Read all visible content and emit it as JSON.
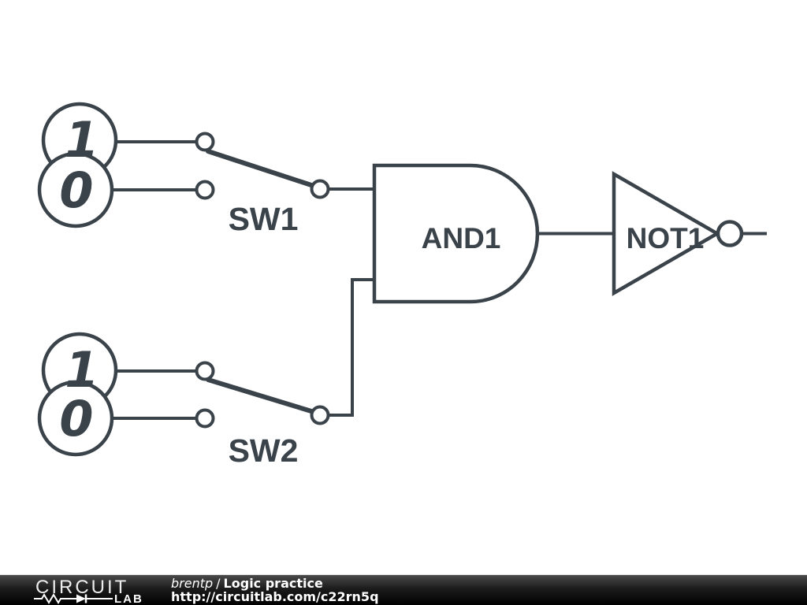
{
  "palette": {
    "schematic_stroke": "#3a424a",
    "canvas_background": "#ffffff",
    "footer_background": "#000000",
    "footer_text": "#ffffff"
  },
  "schematic": {
    "switch1": {
      "label": "SW1",
      "source_high": "1",
      "source_low": "0"
    },
    "switch2": {
      "label": "SW2",
      "source_high": "1",
      "source_low": "0"
    },
    "and_gate": {
      "label": "AND1"
    },
    "not_gate": {
      "label": "NOT1"
    }
  },
  "footer": {
    "logo_word_top": "CIRCUIT",
    "logo_word_bottom": "LAB",
    "author": "brentp",
    "separator": "/",
    "project_title": "Logic practice",
    "url": "http://circuitlab.com/c22rn5q"
  }
}
